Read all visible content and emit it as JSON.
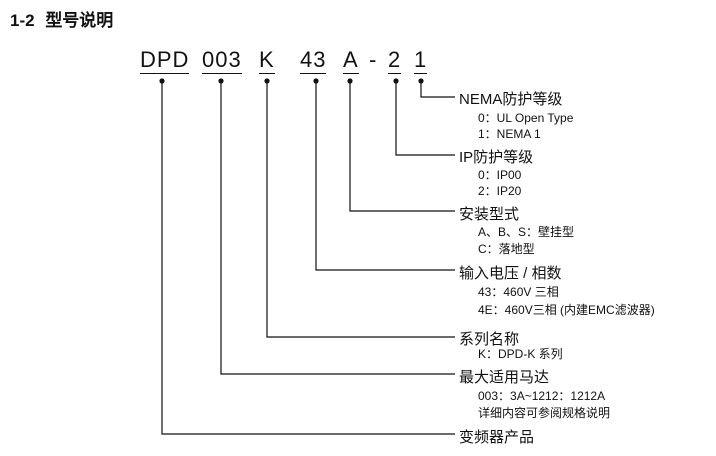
{
  "heading": {
    "number": "1-2",
    "title": "型号说明"
  },
  "code": {
    "segments": [
      "DPD",
      "003",
      "K",
      "43",
      "A",
      "-",
      "2",
      "1"
    ]
  },
  "fields": [
    {
      "title": "NEMA防护等级",
      "lines": [
        "0：UL Open Type",
        "1：NEMA 1"
      ]
    },
    {
      "title": "IP防护等级",
      "lines": [
        "0：IP00",
        "2：IP20"
      ]
    },
    {
      "title": "安装型式",
      "lines": [
        "A、B、S：壁挂型",
        "C：落地型"
      ]
    },
    {
      "title": "输入电压 / 相数",
      "lines": [
        "43：460V 三相",
        "4E：460V三相 (内建EMC滤波器)"
      ]
    },
    {
      "title": "系列名称",
      "lines": [
        "K：DPD-K 系列"
      ]
    },
    {
      "title": "最大适用马达",
      "lines": [
        "003：3A~1212：1212A",
        "详细内容可参阅规格说明"
      ]
    },
    {
      "title": "变频器产品",
      "lines": []
    }
  ]
}
